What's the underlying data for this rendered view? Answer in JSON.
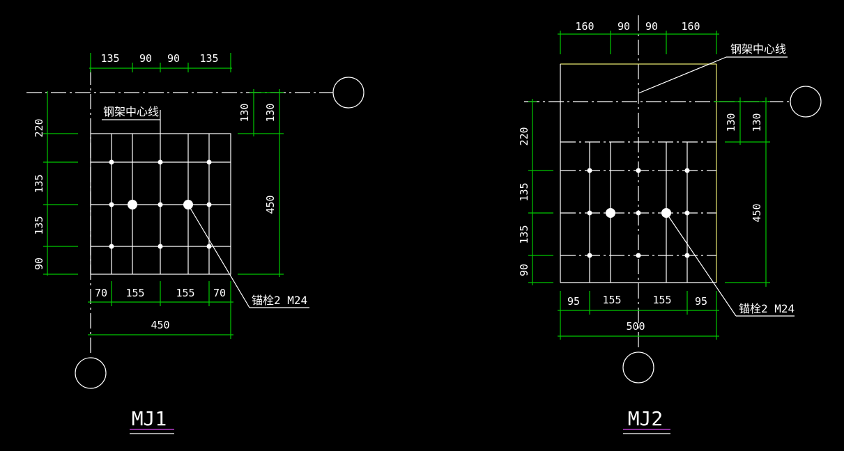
{
  "colors": {
    "background": "#000000",
    "dimension": "#00c800",
    "line": "#ffffff",
    "outline2": "#e8e870",
    "underline": "#b43cc8"
  },
  "mj1": {
    "title": "MJ1",
    "top_dims": [
      "135",
      "90",
      "90",
      "135"
    ],
    "bottom_dims": [
      "70",
      "155",
      "155",
      "70"
    ],
    "overall_width": "450",
    "left_dims": [
      "220",
      "135",
      "135",
      "90"
    ],
    "right_dims": [
      "130",
      "130"
    ],
    "right_height": "450",
    "centerline_label": "钢架中心线",
    "anchor_label": "锚栓2 M24"
  },
  "mj2": {
    "title": "MJ2",
    "top_dims": [
      "160",
      "90",
      "90",
      "160"
    ],
    "bottom_dims": [
      "95",
      "155",
      "155",
      "95"
    ],
    "overall_width": "500",
    "left_dims": [
      "220",
      "135",
      "135",
      "90"
    ],
    "right_dims": [
      "130",
      "130"
    ],
    "right_height": "450",
    "centerline_label": "钢架中心线",
    "anchor_label": "锚栓2 M24"
  }
}
